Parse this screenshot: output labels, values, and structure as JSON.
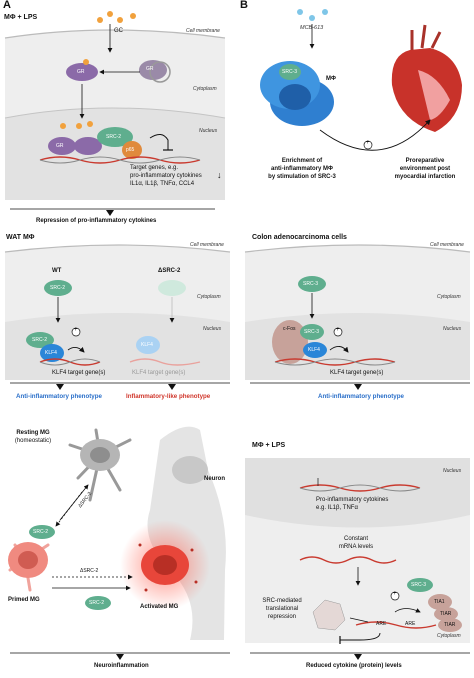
{
  "panels": {
    "A": {
      "letter": "A",
      "header": "MΦ + LPS",
      "ligand": "GC",
      "membrane": "Cell membrane",
      "cytoplasm": "Cytoplasm",
      "nucleus": "Nucleus",
      "proteins": [
        "GR",
        "GR",
        "GR",
        "SRC-2",
        "p65"
      ],
      "target_line1": "Target genes, e.g.",
      "target_line2": "pro-inflammatory cytokines",
      "target_line3": "IL1α, IL1β, TNFα, CCL4",
      "down_arrow": "↓",
      "conclusion": "Repression of pro-inflammatory cytokines"
    },
    "B": {
      "letter": "B",
      "drug": "MCB-613",
      "cell_label": "MΦ",
      "protein": "SRC-3",
      "plus": "+",
      "left_line1": "Enrichment of",
      "left_line2": "anti-inflammatory MΦ",
      "left_line3": "by stimulation of SRC-3",
      "right_line1": "Proreparative",
      "right_line2": "environment post",
      "right_line3": "myocardial infarction"
    },
    "C": {
      "header": "WAT MΦ",
      "membrane": "Cell membrane",
      "cytoplasm": "Cytoplasm",
      "nucleus": "Nucleus",
      "wt": "WT",
      "ko": "ΔSRC-2",
      "src2": "SRC-2",
      "klf4": "KLF4",
      "plus": "+",
      "target": "KLF4 target gene(s)",
      "left_pheno": "Anti-inflammatory phenotype",
      "right_pheno": "Inflammatory-like phenotype"
    },
    "D": {
      "header": "Colon adenocarcinoma cells",
      "membrane": "Cell membrane",
      "cytoplasm": "Cytoplasm",
      "nucleus": "Nucleus",
      "src3": "SRC-3",
      "cfos": "c-Fos",
      "klf4": "KLF4",
      "plus": "+",
      "target": "KLF4 target gene(s)",
      "pheno": "Anti-inflammatory phenotype"
    },
    "E": {
      "resting1": "Resting MG",
      "resting2": "(homeostatic)",
      "neuron": "Neuron",
      "src2_a": "SRC-2",
      "src2_b": "SRC-2",
      "delta1": "ΔSRC-2",
      "delta2": "ΔSRC-2",
      "primed": "Primed MG",
      "activated": "Activated MG",
      "conclusion": "Neuroinflammation"
    },
    "F": {
      "header": "MΦ + LPS",
      "nucleus": "Nucleus",
      "cytoplasm": "Cytoplasm",
      "cyt1": "Pro-inflammatory cytokines",
      "cyt2": "e.g. IL1β, TNFα",
      "mrna1": "Constant",
      "mrna2": "mRNA levels",
      "src3": "SRC-3",
      "tia": "TIA1",
      "tiar1": "TIAR",
      "tiar2": "TIAR",
      "plus": "+",
      "repress1": "SRC-mediated",
      "repress2": "translational",
      "repress3": "repression",
      "are1": "ARE",
      "are2": "ARE",
      "conclusion": "Reduced cytokine (protein) levels"
    }
  },
  "colors": {
    "gr_purple": "#8b6aa8",
    "src_green": "#5fae8e",
    "p65_orange": "#e08a3c",
    "mphi_blue": "#2f7fd0",
    "klf4_blue": "#2a86d8",
    "dna_red": "#c93a2f",
    "anti_blue": "#2a6fc9",
    "inflam_red": "#d0362b",
    "activated_red": "#e8463a",
    "cfos_mauve": "#c7a29a",
    "cyto_grey": "#e9e9e9"
  }
}
